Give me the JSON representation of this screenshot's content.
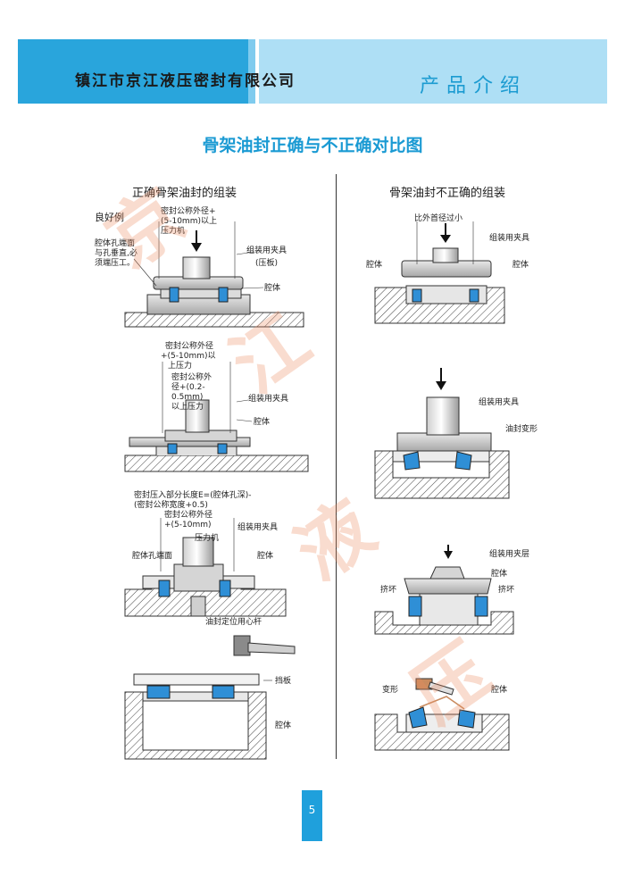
{
  "header": {
    "company": "镇江市京江液压密封有限公司",
    "section": "产品介绍"
  },
  "title": "骨架油封正确与不正确对比图",
  "left": {
    "title": "正确骨架油封的组装",
    "good_example": "良好例",
    "d1": {
      "spec_line1": "密封公称外径+",
      "spec_line2": "(5-10mm)以上",
      "press": "压力机",
      "cavity_note1": "腔体孔端面",
      "cavity_note2": "与孔垂直,必",
      "cavity_note3": "须端压工。",
      "fixture1": "组装用夹具",
      "fixture2": "(压板)",
      "body": "腔体"
    },
    "d2": {
      "spec1": "密封公称外径",
      "spec2": "+(5-10mm)以",
      "spec3": "上压力",
      "spec4": "密封公称外",
      "spec5": "径+(0.2-",
      "spec6": "0.5mm)",
      "spec7": "以上压力",
      "fixture": "组装用夹具",
      "body": "腔体"
    },
    "d3": {
      "spec1": "密封压入部分长度E=(腔体孔深)-",
      "spec2": "(密封公称宽度+0.5)",
      "spec3": "密封公称外径",
      "spec4": "+(5-10mm)",
      "press": "压力机",
      "fixture": "组装用夹具",
      "cavity_face": "腔体孔端面",
      "body": "腔体",
      "rod": "油封定位用心杆"
    },
    "d4": {
      "plate": "挡板",
      "body": "腔体"
    }
  },
  "right": {
    "title": "骨架油封不正确的组装",
    "d1": {
      "note": "比外首径过小",
      "fixture": "组装用夹具",
      "body1": "腔体",
      "body2": "腔体"
    },
    "d2": {
      "fixture": "组装用夹具",
      "deform": "油封变形"
    },
    "d3": {
      "fixture": "组装用夹层",
      "body": "腔体",
      "damage1": "挤坏",
      "damage2": "挤坏"
    },
    "d4": {
      "deform": "变形",
      "body": "腔体"
    }
  },
  "watermark": [
    "京",
    "江",
    "液",
    "压"
  ],
  "page_number": "5",
  "colors": {
    "header_dark": "#29a5dc",
    "header_light": "#aedff5",
    "title": "#1a9ad3",
    "seal": "#2f8fd6",
    "watermark": "#eb8c5f"
  }
}
